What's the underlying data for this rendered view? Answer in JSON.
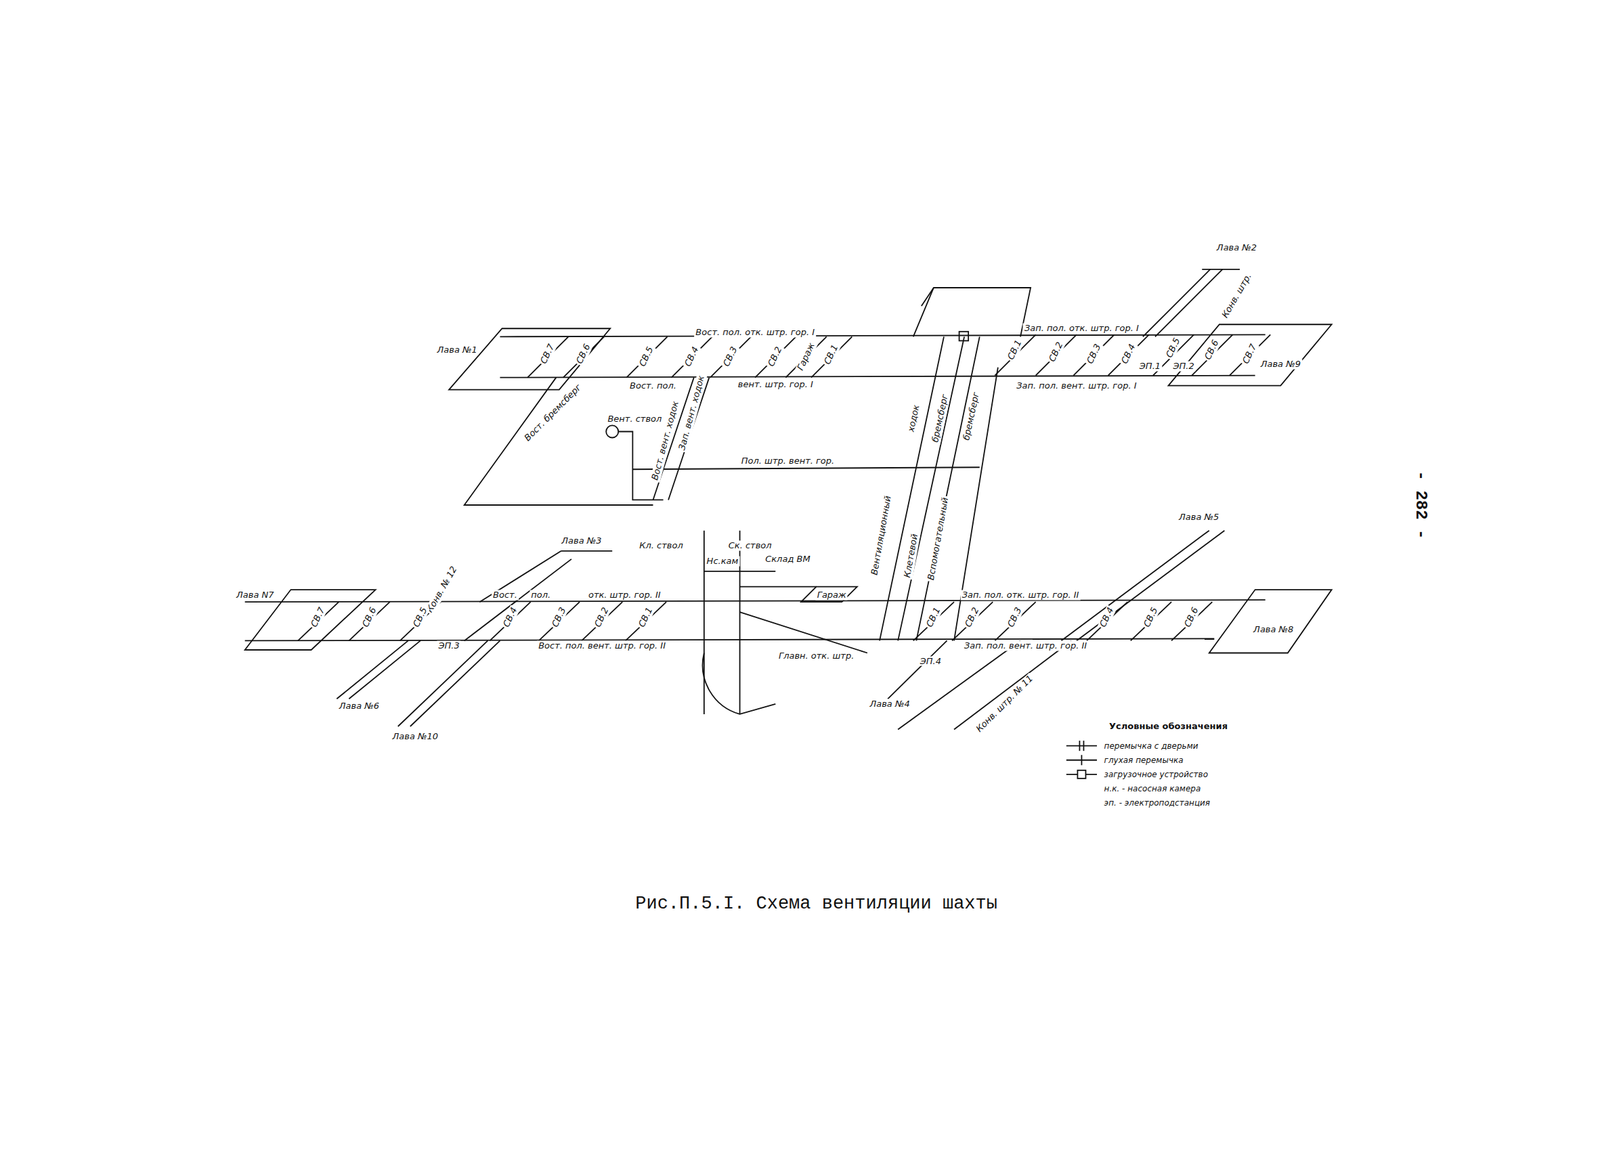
{
  "diagram": {
    "caption": "Рис.П.5.I. Схема вентиляции шахты",
    "labels": [
      "Лава №1",
      "Лава №2",
      "Лава №9",
      "Вост. пол. отк. штр. гор. I",
      "Зап. пол. отк. штр. гор. I",
      "Вост. пол.",
      "вент. штр. гор. I",
      "Зап. пол. вент. штр. гор. I",
      "СВ.7",
      "СВ.6",
      "СВ.5",
      "СВ.4",
      "СВ.3",
      "СВ.2",
      "Гараж",
      "СВ.1",
      "СВ.1",
      "СВ.2",
      "СВ.3",
      "СВ.4",
      "ЭП.1",
      "ЭП.2",
      "СВ.5",
      "СВ.6",
      "СВ.7",
      "Конв. штр.",
      "Вост. бремсберг",
      "Вент. ствол",
      "Вост. вент. ходок",
      "Зап. вент. ходок",
      "Пол. штр. вент. гор.",
      "ходок",
      "бремсберг",
      "бремсберг",
      "Вентиляционный",
      "Клетевой",
      "Вспомогательный",
      "Лава №3",
      "Лава N7",
      "Лава №5",
      "Лава №8",
      "Лава №6",
      "Лава №10",
      "Лава №4",
      "Кл. ствол",
      "Ск. ствол",
      "Нс.кам",
      "Склад ВМ",
      "Гараж",
      "Вост.",
      "пол.",
      "отк. штр. гор. II",
      "Конв. № 12",
      "СВ.7",
      "СВ.6",
      "СВ.5",
      "СВ.4",
      "СВ.3",
      "СВ.2",
      "СВ.1",
      "ЭП.3",
      "Вост. пол. вент. штр. гор. II",
      "Главн. отк. штр.",
      "Зап. пол. отк. штр. гор. II",
      "СВ.1",
      "СВ.2",
      "СВ.3",
      "СВ.4",
      "СВ.5",
      "СВ.6",
      "Зап. пол. вент. штр. гор. II",
      "ЭП.4",
      "Конв. штр. № 11",
      "Условные обозначения",
      "- 282 -"
    ],
    "legend": [
      {
        "text": "перемычка с дверьми"
      },
      {
        "text": "глухая перемычка"
      },
      {
        "text": "загрузочное устройство"
      },
      {
        "text": "н.к. - насосная камера"
      },
      {
        "text": "эп. - электроподстанция"
      }
    ]
  }
}
